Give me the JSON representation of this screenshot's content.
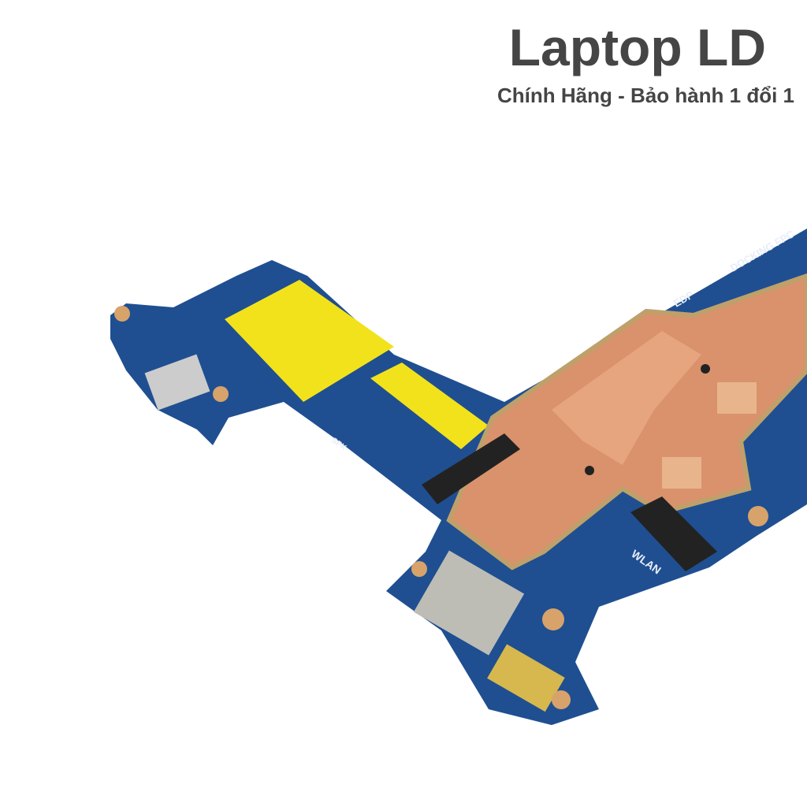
{
  "watermark": {
    "title": "Laptop LD",
    "subtitle": "Chính Hãng - Bảo hành 1 đổi 1"
  },
  "board_labels": {
    "docking": "DOCKING FPC",
    "edp": "EDP",
    "wlan": "WLAN",
    "spk": "SPK"
  },
  "colors": {
    "pcb": "#1f4f91",
    "copper": "#d9926b",
    "sticker": "#f2e21c",
    "text": "#454545"
  }
}
